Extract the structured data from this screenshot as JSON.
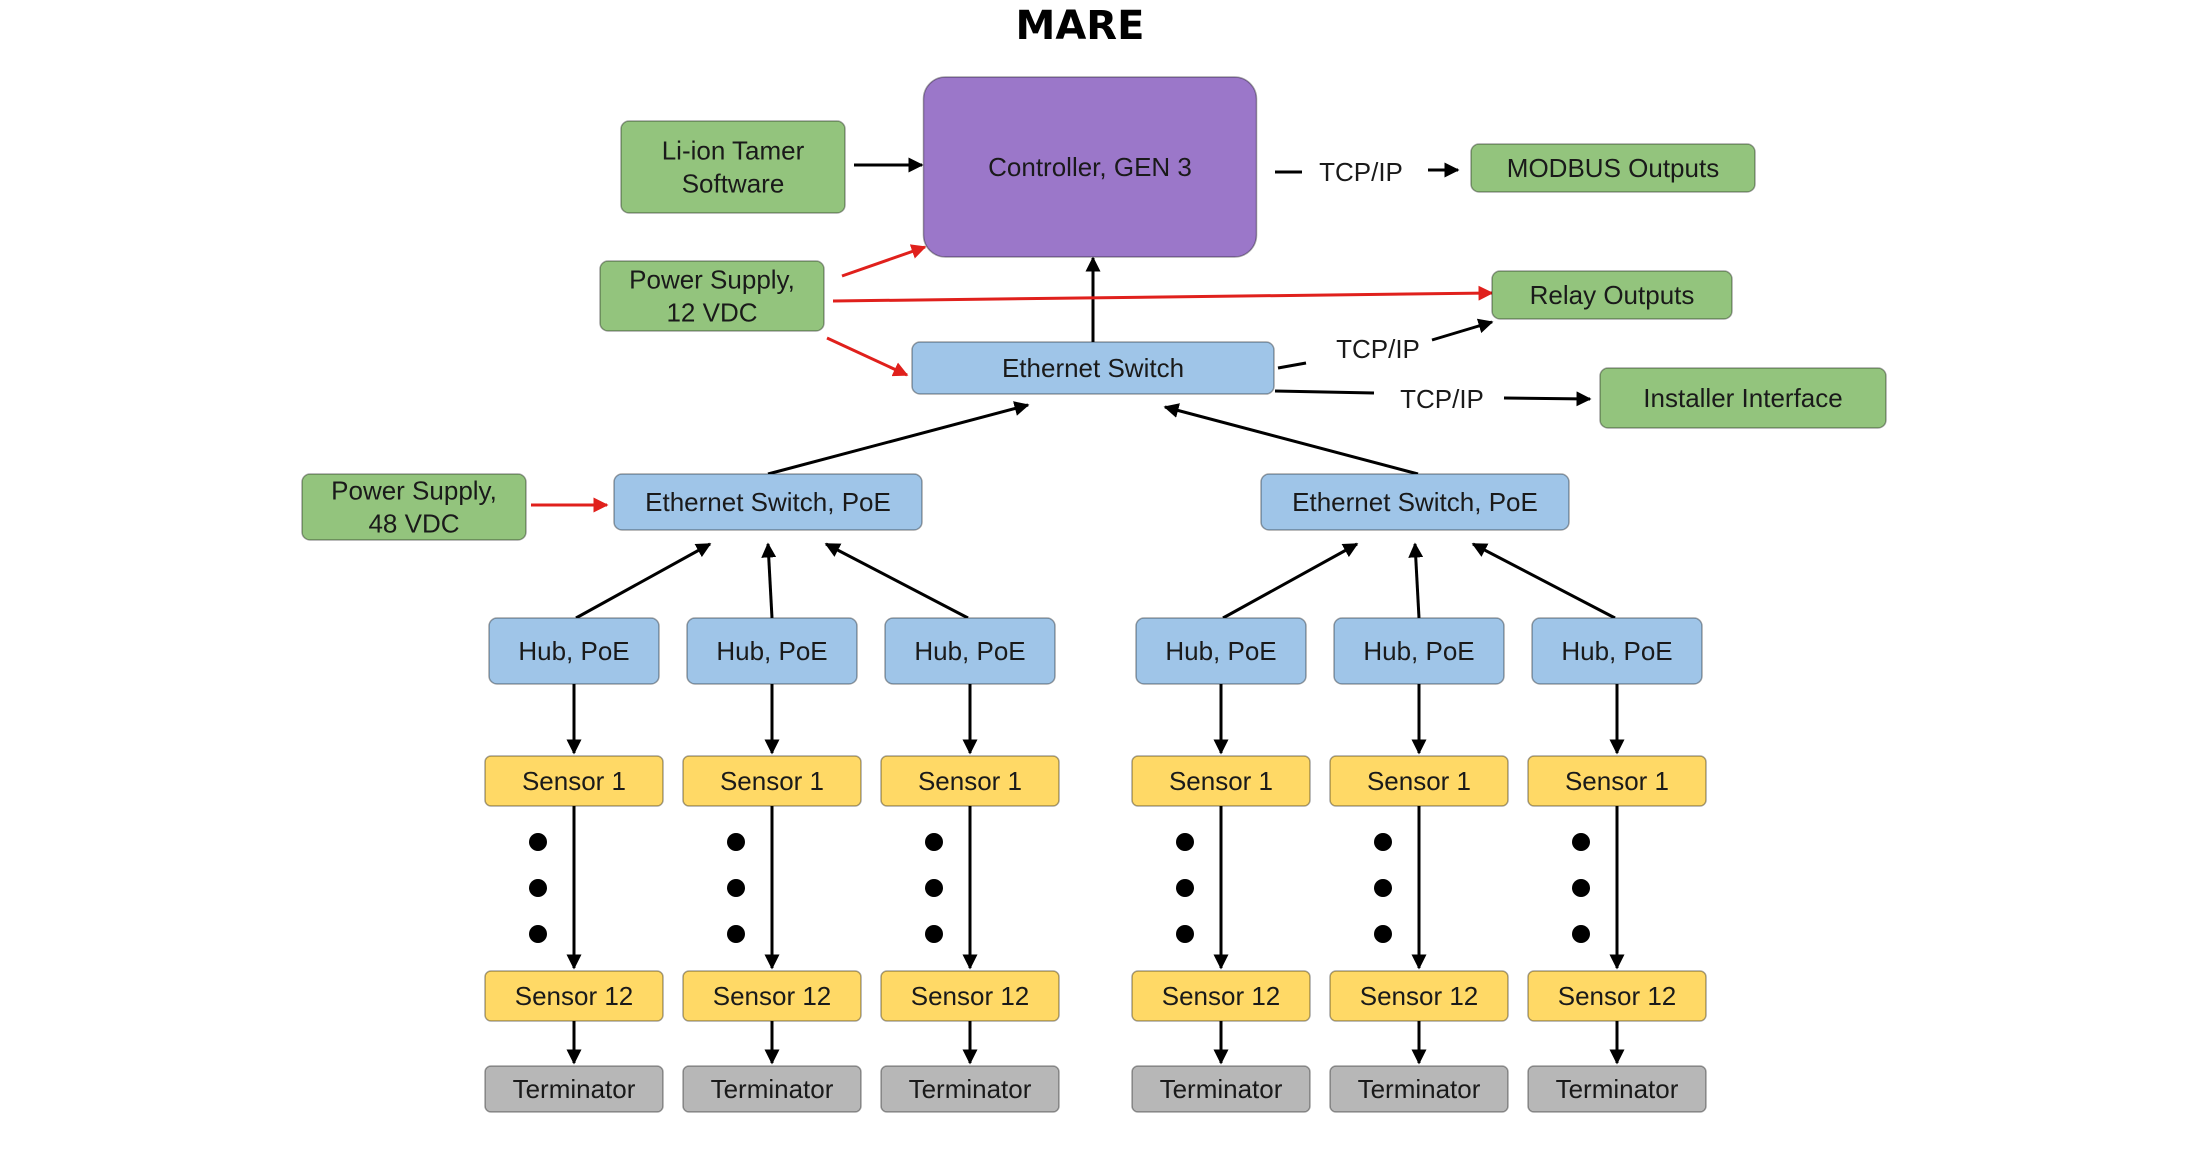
{
  "title": "MARE",
  "colors": {
    "controller": "#9b77c9",
    "software": "#93c47d",
    "switch": "#9fc5e8",
    "sensor": "#ffd966",
    "terminator": "#b7b7b7",
    "power_arrow": "#e0201c",
    "data_arrow": "#000000"
  },
  "nodes": {
    "controller": "Controller, GEN 3",
    "software": [
      "Li-ion Tamer",
      "Software"
    ],
    "power_12": [
      "Power Supply,",
      "12 VDC"
    ],
    "modbus": "MODBUS Outputs",
    "relay": "Relay Outputs",
    "installer": "Installer Interface",
    "main_switch": "Ethernet Switch",
    "power_48": [
      "Power Supply,",
      "48 VDC"
    ],
    "poe_switch_left": "Ethernet Switch, PoE",
    "poe_switch_right": "Ethernet Switch, PoE",
    "hub": "Hub, PoE",
    "sensor_first": "Sensor 1",
    "sensor_last": "Sensor 12",
    "terminator": "Terminator"
  },
  "edge_labels": {
    "tcp_modbus": "TCP/IP",
    "tcp_relay": "TCP/IP",
    "tcp_installer": "TCP/IP"
  }
}
